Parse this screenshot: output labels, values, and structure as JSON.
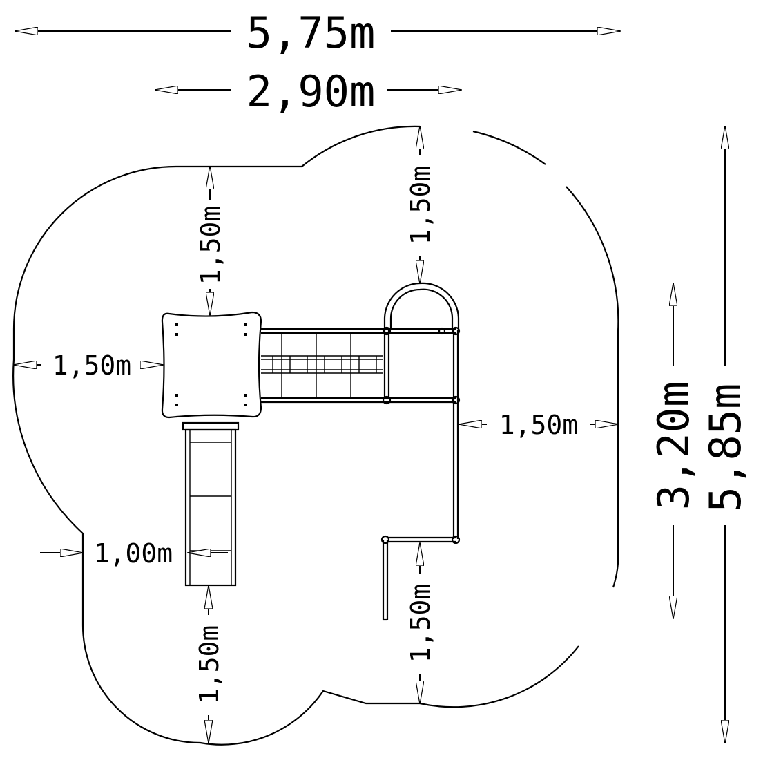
{
  "dimensions": {
    "total_width": "5,75m",
    "structure_width": "2,90m",
    "structure_depth": "3,20m",
    "total_depth": "5,85m",
    "clearance_top_left": "1,50m",
    "clearance_top_right": "1,50m",
    "clearance_left": "1,50m",
    "clearance_right": "1,50m",
    "slide_exit": "1,00m",
    "clearance_bottom_left": "1,50m",
    "clearance_bottom_right": "1,50m"
  },
  "colors": {
    "line": "#000000",
    "background": "#ffffff"
  }
}
